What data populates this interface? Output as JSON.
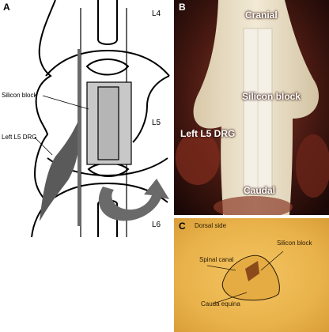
{
  "panel_a": {
    "letter": "A",
    "level_top": "L4",
    "level_mid": "L5",
    "level_bottom": "L6",
    "label_block": "Silicon block",
    "label_drg": "Left L5 DRG"
  },
  "panel_b": {
    "letter": "B",
    "label_cranial": "Cranial",
    "label_block": "Silicon block",
    "label_drg": "Left L5 DRG",
    "label_caudal": "Caudal"
  },
  "panel_c": {
    "letter": "C",
    "label_dorsal": "Dorsal side",
    "label_block": "Silicon block",
    "label_canal": "Spinal canal",
    "label_cauda": "Cauda equina"
  },
  "colors": {
    "schematic_gray": "#5a5a5a",
    "block_fill": "#c8c8c8",
    "photo_b_bg": "#3a1410",
    "photo_c_bg": "#e9b24a"
  }
}
